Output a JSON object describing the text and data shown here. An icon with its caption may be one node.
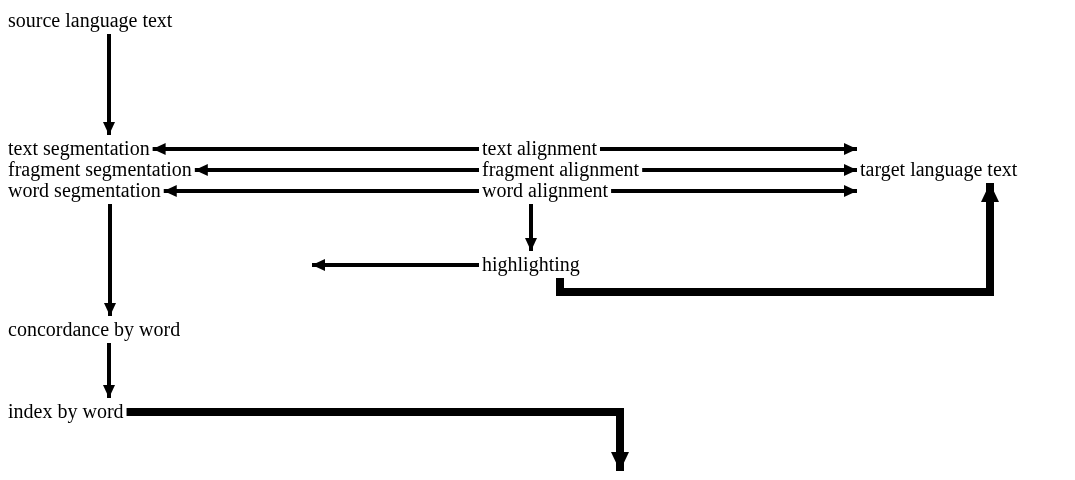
{
  "diagram": {
    "nodes": [
      {
        "text": [
          "source language text"
        ]
      },
      {
        "text": [
          "text segmentation"
        ]
      },
      {
        "text": [
          "fragment segmentation"
        ]
      },
      {
        "text": [
          "word segmentation"
        ]
      },
      {
        "text": [
          "text alignment"
        ]
      },
      {
        "text": [
          "fragment alignment"
        ]
      },
      {
        "text": [
          "word alignment"
        ]
      },
      {
        "text": [
          "target language text"
        ]
      },
      {
        "text": [
          "highlighting"
        ]
      },
      {
        "text": [
          "concordance by word"
        ]
      },
      {
        "text": [
          "index by word"
        ]
      }
    ],
    "edges": [
      {
        "from": 0,
        "to": 1,
        "arrow": "to"
      },
      {
        "from": 4,
        "to": 1,
        "arrow": "to"
      },
      {
        "from": 5,
        "to": 2,
        "arrow": "to"
      },
      {
        "from": 6,
        "to": 3,
        "arrow": "to"
      },
      {
        "from": 4,
        "to": 7,
        "arrow": "to"
      },
      {
        "from": 5,
        "to": 7,
        "arrow": "to"
      },
      {
        "from": 6,
        "to": 7,
        "arrow": "to"
      },
      {
        "from": 6,
        "to": 8,
        "arrow": "to"
      },
      {
        "from": 8,
        "to": null,
        "arrow": "to"
      },
      {
        "from": 3,
        "to": 9,
        "arrow": "to"
      },
      {
        "from": 8,
        "to": 7,
        "arrow": "to",
        "style": "thick"
      },
      {
        "from": 9,
        "to": 10,
        "arrow": "to"
      },
      {
        "from": 10,
        "to": null,
        "arrow": "to",
        "style": "thick"
      }
    ]
  }
}
